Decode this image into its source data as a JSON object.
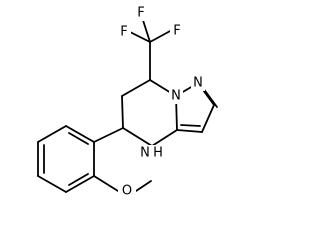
{
  "molecule": {
    "atoms": {
      "f_top": "F",
      "f_left": "F",
      "f_right": "F",
      "n_ring": "N",
      "n_pyrazole": "N",
      "nh": "N",
      "h": "H",
      "o": "O"
    }
  }
}
